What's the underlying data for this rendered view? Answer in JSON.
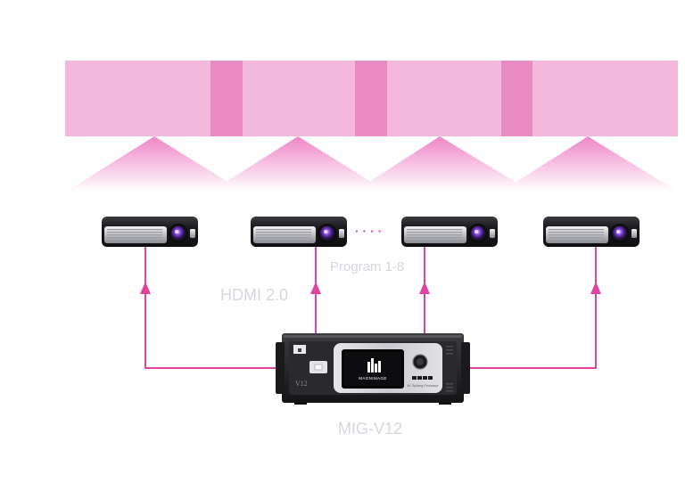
{
  "labels": {
    "hdmi": "HDMI 2.0",
    "program": "Program 1-8",
    "device": "MIG-V12",
    "dots": "· · · ·"
  },
  "device_panel": {
    "brand": "MAGNIMAGE",
    "model_tag": "V12",
    "model_plate": "4K Splicing Processor"
  },
  "colors": {
    "screen_light": "#f3b8dc",
    "screen_overlap": "#e98ac4",
    "beam_top": "#ee7fc4",
    "connection_line": "#e0449e",
    "label": "#d6d6de"
  },
  "icons": [
    "projector-icon",
    "video-processor-icon",
    "arrow-up-icon"
  ],
  "counts": {
    "projectors": 4,
    "screen_segments": 4
  }
}
